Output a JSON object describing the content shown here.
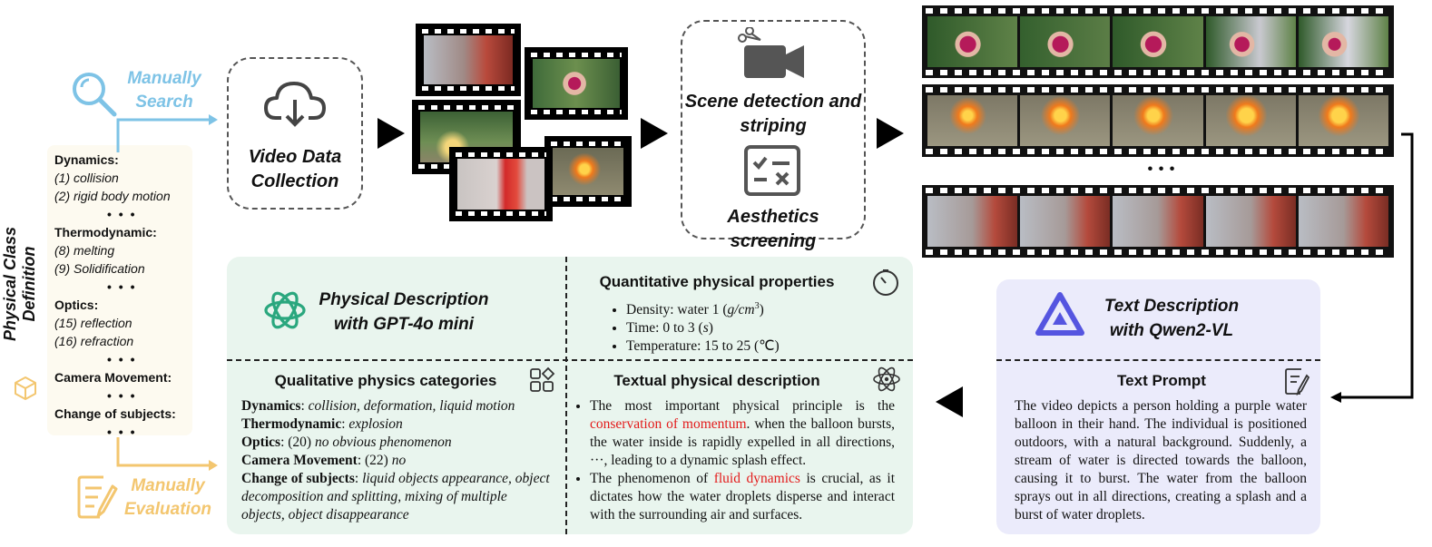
{
  "vertical_title": "Physical Class Definition",
  "manual_search": [
    "Manually",
    "Search"
  ],
  "manual_evaluation": [
    "Manually",
    "Evaluation"
  ],
  "class_definition": {
    "dots": "• • •",
    "dynamics_header": "Dynamics:",
    "dynamics_1": "(1) collision",
    "dynamics_2": "(2) rigid body motion",
    "thermo_header": "Thermodynamic:",
    "thermo_1": "(8) melting",
    "thermo_2": "(9) Solidification",
    "optics_header": "Optics:",
    "optics_1": "(15) reflection",
    "optics_2": "(16) refraction",
    "camera_header": "Camera Movement:",
    "subjects_header": "Change of subjects:"
  },
  "video_collection": [
    "Video Data",
    "Collection"
  ],
  "scene_detection": [
    "Scene detection and",
    "striping"
  ],
  "aesthetics": "Aesthetics screening",
  "strip_ellipsis": "• • •",
  "gpt_title": [
    "Physical Description",
    "with GPT-4o mini"
  ],
  "quantitative": {
    "title": "Quantitative physical properties",
    "density_prefix": "Density: water 1 (",
    "density_unit": "g/cm",
    "density_sup": "3",
    "density_suffix": ")",
    "time_prefix": "Time: 0 to 3 (",
    "time_unit": "s",
    "time_suffix": ")",
    "temperature": "Temperature: 15 to 25 (℃)"
  },
  "qualitative": {
    "title": "Qualitative physics categories",
    "dynamics_label": "Dynamics",
    "dynamics_value": "collision, deformation, liquid motion",
    "thermo_label": "Thermodynamic",
    "thermo_value": "explosion",
    "optics_label": "Optics",
    "optics_num": "(20)",
    "optics_value": "no obvious phenomenon",
    "camera_label": "Camera Movement",
    "camera_num": "(22)",
    "camera_value": "no",
    "subjects_label": "Change of subjects",
    "subjects_value": "liquid objects appearance, object decomposition and splitting, mixing of multiple objects, object disappearance"
  },
  "textual": {
    "title": "Textual physical description",
    "b1_pre": "The most important physical principle is the ",
    "b1_red": "conservation of momentum",
    "b1_post": ". when the balloon bursts, the water inside is rapidly expelled in all directions, ···, leading to a dynamic splash effect.",
    "b2_pre": "The phenomenon of ",
    "b2_red": "fluid dynamics",
    "b2_post": " is crucial, as it dictates how the water droplets disperse and interact with the surrounding air and surfaces."
  },
  "qwen_title": [
    "Text Description",
    "with Qwen2-VL"
  ],
  "text_prompt": {
    "title": "Text Prompt",
    "body": "The video depicts a person holding a purple water balloon in their hand. The individual is positioned outdoors, with a natural background. Suddenly, a stream of water is directed towards the balloon, causing it to burst. The water from the balloon sprays out in all directions, creating a splash and a burst of water droplets."
  },
  "colors": {
    "manual_blue": "#7ec3e6",
    "manual_gold": "#f3c66f",
    "green_panel": "#e9f5ee",
    "purple_panel": "#ebebfb",
    "highlight_red": "#e31b1b",
    "gpt_icon": "#2aa77e",
    "qwen_icon": "#5555e0"
  },
  "icons": [
    "magnifier-icon",
    "document-pencil-icon",
    "cube-icon",
    "cloud-download-icon",
    "video-camera-scissors-icon",
    "checklist-icon",
    "openai-logo-icon",
    "stopwatch-icon",
    "shapes-grid-icon",
    "atom-icon",
    "qwen-logo-icon",
    "text-prompt-icon"
  ]
}
